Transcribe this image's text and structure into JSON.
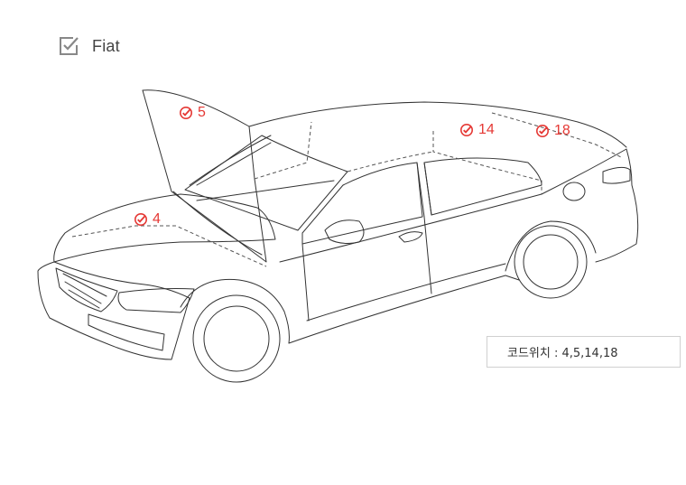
{
  "header": {
    "title": "Fiat",
    "icon": "checkbox-checked-icon"
  },
  "markers": [
    {
      "id": "5",
      "label": "5",
      "icon": "check-circle-icon"
    },
    {
      "id": "4",
      "label": "4",
      "icon": "check-circle-icon"
    },
    {
      "id": "14",
      "label": "14",
      "icon": "check-circle-icon"
    },
    {
      "id": "18",
      "label": "18",
      "icon": "check-circle-icon"
    }
  ],
  "code_box": {
    "text": "코드위치 : 4,5,14,18"
  },
  "colors": {
    "marker": "#e53935",
    "line": "#333333",
    "dashed": "#555555",
    "box_border": "#d0d0d0"
  }
}
